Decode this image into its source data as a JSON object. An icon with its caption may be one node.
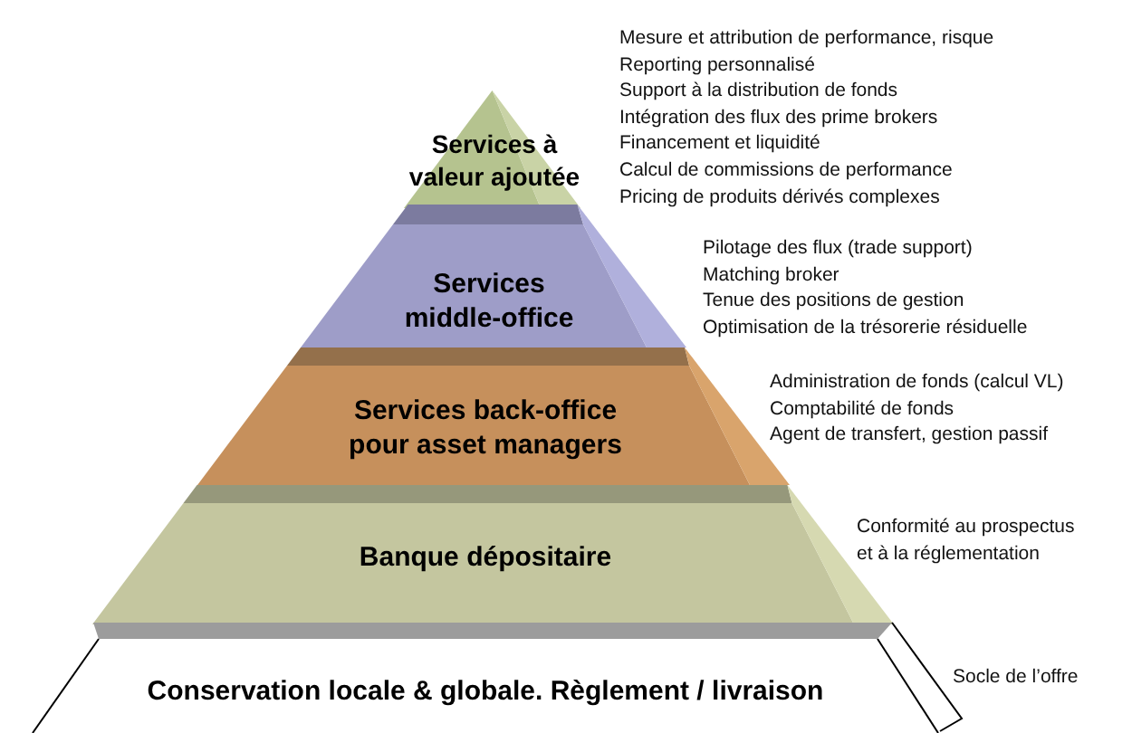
{
  "diagram": {
    "nodes": [
      {
        "text": [
          "Services à valeur ajoutée"
        ],
        "beside": [
          "Mesure et attribution de performance, risque",
          "Reporting personnalisé",
          "Support à la distribution de fonds",
          "Intégration des flux des prime brokers",
          "Financement et liquidité",
          "Calcul de commissions de performance",
          "Pricing de produits dérivés complexes"
        ]
      },
      {
        "text": [
          "Services middle-office"
        ],
        "beside": [
          "Pilotage des flux (trade support)",
          "Matching broker",
          "Tenue des positions de gestion",
          "Optimisation de la trésorerie résiduelle"
        ]
      },
      {
        "text": [
          "Services back-office pour asset managers"
        ],
        "beside": [
          "Administration de fonds (calcul VL)",
          "Comptabilité de fonds",
          "Agent de transfert, gestion passif"
        ]
      },
      {
        "text": [
          "Banque dépositaire"
        ],
        "beside": [
          "Conformité au prospectus",
          "et à la réglementation"
        ]
      },
      {
        "text": [
          "Conservation locale & globale. Règlement / livraison"
        ],
        "beside": [
          "Socle de l’offre"
        ]
      }
    ]
  }
}
